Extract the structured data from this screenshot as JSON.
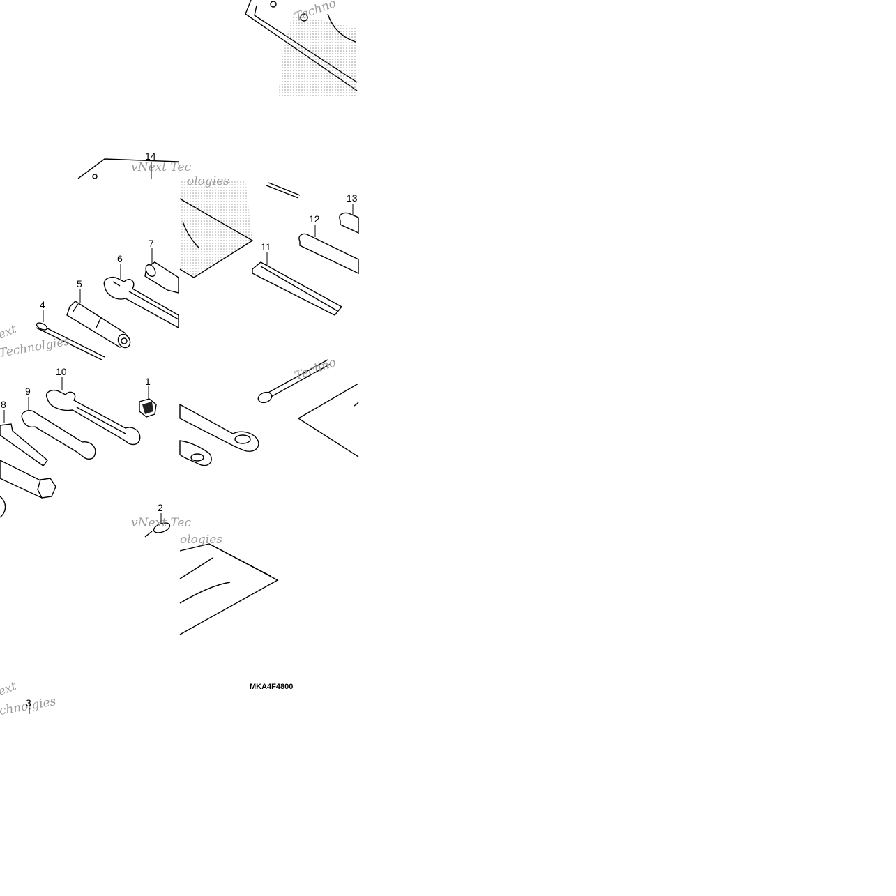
{
  "parts": [
    {
      "id": "part-1",
      "number": "1"
    },
    {
      "id": "part-2",
      "number": "2"
    },
    {
      "id": "part-3",
      "number": "3"
    },
    {
      "id": "part-4",
      "number": "4"
    },
    {
      "id": "part-5",
      "number": "5"
    },
    {
      "id": "part-6",
      "number": "6"
    },
    {
      "id": "part-7",
      "number": "7"
    },
    {
      "id": "part-8",
      "number": "8"
    },
    {
      "id": "part-9",
      "number": "9"
    },
    {
      "id": "part-10",
      "number": "10"
    },
    {
      "id": "part-11",
      "number": "11"
    },
    {
      "id": "part-12",
      "number": "12"
    },
    {
      "id": "part-13",
      "number": "13"
    },
    {
      "id": "part-14",
      "number": "14"
    }
  ],
  "diagram_code": "MKA4F4800",
  "watermark": {
    "text_1": "vNext Tec",
    "text_2": "Technolgies",
    "text_3": "Techno",
    "text_4": "ext",
    "text_5": "vNext Tec",
    "text_6": "ologies",
    "text_7": "ext",
    "text_8": "chnolgies"
  }
}
